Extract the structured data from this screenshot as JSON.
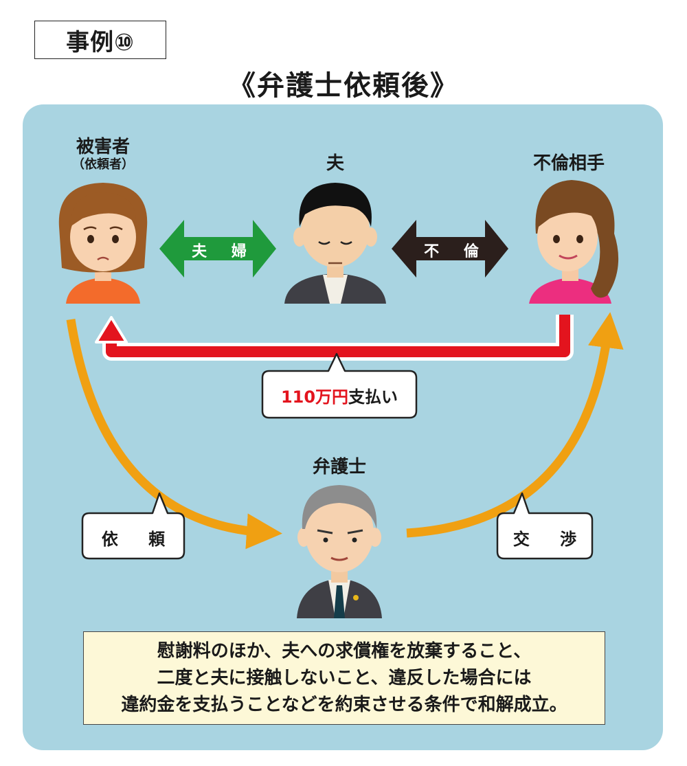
{
  "case_label": "事例⑩",
  "title": "《弁護士依頼後》",
  "people": {
    "victim": {
      "name": "被害者",
      "sub": "（依頼者）"
    },
    "husband": {
      "name": "夫"
    },
    "affair": {
      "name": "不倫相手"
    },
    "lawyer": {
      "name": "弁護士"
    }
  },
  "arrows": {
    "married": "夫 婦",
    "affair": "不 倫"
  },
  "payment": {
    "amount": "110万円",
    "text": "支払い"
  },
  "request": "依 頼",
  "negotiation": "交 渉",
  "note_lines": [
    "慰謝料のほか、夫への求償権を放棄すること、",
    "二度と夫に接触しないこと、違反した場合には",
    "違約金を支払うことなどを約束させる条件で和解成立。"
  ],
  "colors": {
    "panel": "#a9d4e1",
    "married_arrow": "#1f9a3c",
    "affair_arrow": "#2b1f1c",
    "payment_arrow": "#e3141e",
    "flow_arrow": "#f0a012",
    "note_bg": "#fdf8d7"
  }
}
